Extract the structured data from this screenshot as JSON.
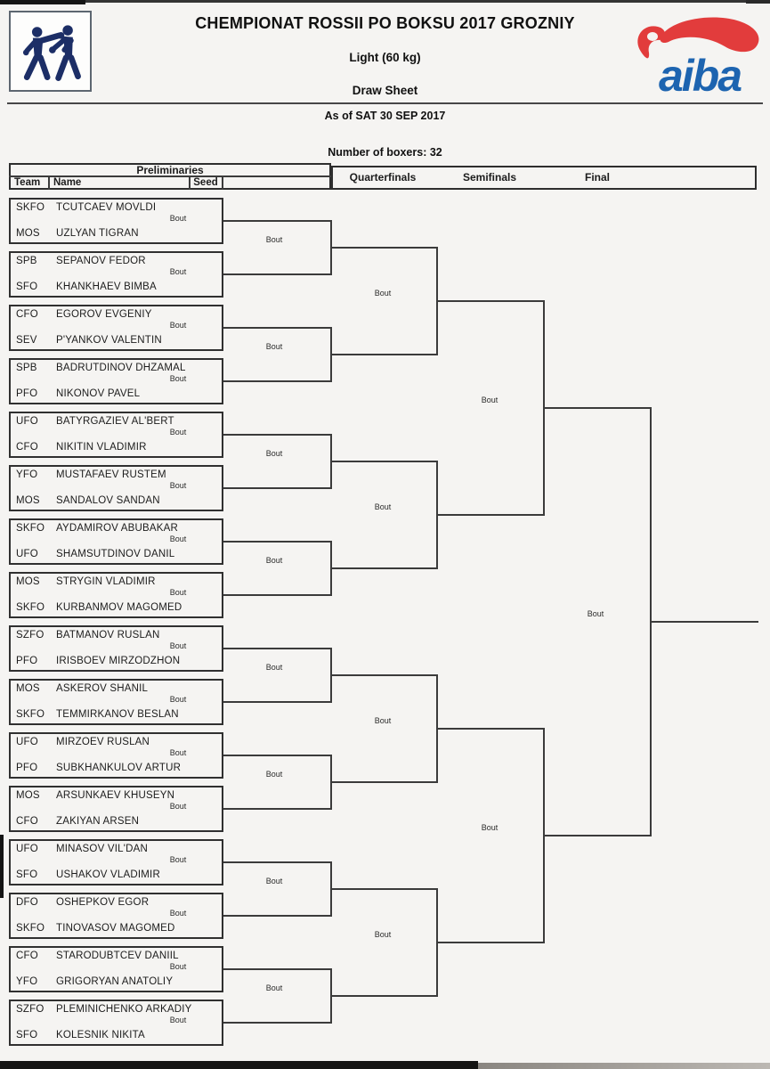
{
  "header": {
    "title": "CHEMPIONAT ROSSII PO BOKSU 2017 GROZNIY",
    "weight_class": "Light (60 kg)",
    "sheet_type": "Draw Sheet",
    "as_of": "As of SAT 30 SEP 2017",
    "boxer_count": "Number of boxers: 32",
    "aiba_logo_text": "aiba",
    "colors": {
      "logo_red": "#e23c3c",
      "logo_blue": "#1d64b0",
      "boxer_icon_navy": "#1c2e66"
    }
  },
  "table": {
    "preliminaries": "Preliminaries",
    "team": "Team",
    "name": "Name",
    "seed": "Seed",
    "quarterfinals": "Quarterfinals",
    "semifinals": "Semifinals",
    "final": "Final"
  },
  "bout_label": "Bout",
  "entries": [
    {
      "team": "SKFO",
      "name": "TCUTCAEV MOVLDI"
    },
    {
      "team": "MOS",
      "name": "UZLYAN TIGRAN"
    },
    {
      "team": "SPB",
      "name": "SEPANOV FEDOR"
    },
    {
      "team": "SFO",
      "name": "KHANKHAEV BIMBA"
    },
    {
      "team": "CFO",
      "name": "EGOROV EVGENIY"
    },
    {
      "team": "SEV",
      "name": "P'YANKOV VALENTIN"
    },
    {
      "team": "SPB",
      "name": "BADRUTDINOV DHZAMAL"
    },
    {
      "team": "PFO",
      "name": "NIKONOV PAVEL"
    },
    {
      "team": "UFO",
      "name": "BATYRGAZIEV AL'BERT"
    },
    {
      "team": "CFO",
      "name": "NIKITIN VLADIMIR"
    },
    {
      "team": "YFO",
      "name": "MUSTAFAEV RUSTEM"
    },
    {
      "team": "MOS",
      "name": "SANDALOV SANDAN"
    },
    {
      "team": "SKFO",
      "name": "AYDAMIROV ABUBAKAR"
    },
    {
      "team": "UFO",
      "name": "SHAMSUTDINOV DANIL"
    },
    {
      "team": "MOS",
      "name": "STRYGIN VLADIMIR"
    },
    {
      "team": "SKFO",
      "name": "KURBANMOV MAGOMED"
    },
    {
      "team": "SZFO",
      "name": "BATMANOV RUSLAN"
    },
    {
      "team": "PFO",
      "name": "IRISBOEV MIRZODZHON"
    },
    {
      "team": "MOS",
      "name": "ASKEROV SHANIL"
    },
    {
      "team": "SKFO",
      "name": "TEMMIRKANOV BESLAN"
    },
    {
      "team": "UFO",
      "name": "MIRZOEV RUSLAN"
    },
    {
      "team": "PFO",
      "name": "SUBKHANKULOV ARTUR"
    },
    {
      "team": "MOS",
      "name": "ARSUNKAEV KHUSEYN"
    },
    {
      "team": "CFO",
      "name": "ZAKIYAN ARSEN"
    },
    {
      "team": "UFO",
      "name": "MINASOV VIL'DAN"
    },
    {
      "team": "SFO",
      "name": "USHAKOV VLADIMIR"
    },
    {
      "team": "DFO",
      "name": "OSHEPKOV EGOR"
    },
    {
      "team": "SKFO",
      "name": "TINOVASOV MAGOMED"
    },
    {
      "team": "CFO",
      "name": "STARODUBTCEV DANIIL"
    },
    {
      "team": "YFO",
      "name": "GRIGORYAN ANATOLIY"
    },
    {
      "team": "SZFO",
      "name": "PLEMINICHENKO ARKADIY"
    },
    {
      "team": "SFO",
      "name": "KOLESNIK NIKITA"
    }
  ]
}
